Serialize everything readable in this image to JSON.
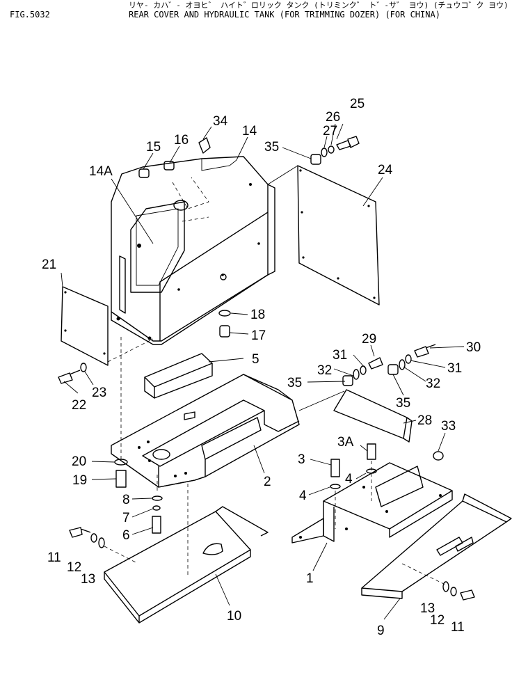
{
  "header": {
    "fig_no": "FIG.5032",
    "title_kana": "リヤ- カハ゛- オヨヒ゛ ハイト゛ロリック タンク (トリミンク゛ ト゛-サ゛ ヨウ) (チュウコ゛ク ヨウ)",
    "title": "REAR COVER AND HYDRAULIC TANK (FOR TRIMMING DOZER) (FOR CHINA)"
  },
  "callouts": {
    "c34": "34",
    "c14": "14",
    "c16": "16",
    "c15": "15",
    "c14a": "14A",
    "c27": "27",
    "c26": "26",
    "c25": "25",
    "c35a": "35",
    "c24": "24",
    "c21": "21",
    "c18": "18",
    "c17": "17",
    "c5": "5",
    "c22": "22",
    "c23": "23",
    "c29": "29",
    "c30": "30",
    "c31a": "31",
    "c32a": "32",
    "c35b": "35",
    "c31b": "31",
    "c32b": "32",
    "c35c": "35",
    "c28": "28",
    "c33": "33",
    "c3a": "3A",
    "c3": "3",
    "c4a": "4",
    "c4b": "4",
    "c20": "20",
    "c19": "19",
    "c2": "2",
    "c8": "8",
    "c7": "7",
    "c6": "6",
    "c11a": "11",
    "c12a": "12",
    "c13a": "13",
    "c10": "10",
    "c1": "1",
    "c13b": "13",
    "c12b": "12",
    "c11b": "11",
    "c9": "9"
  }
}
